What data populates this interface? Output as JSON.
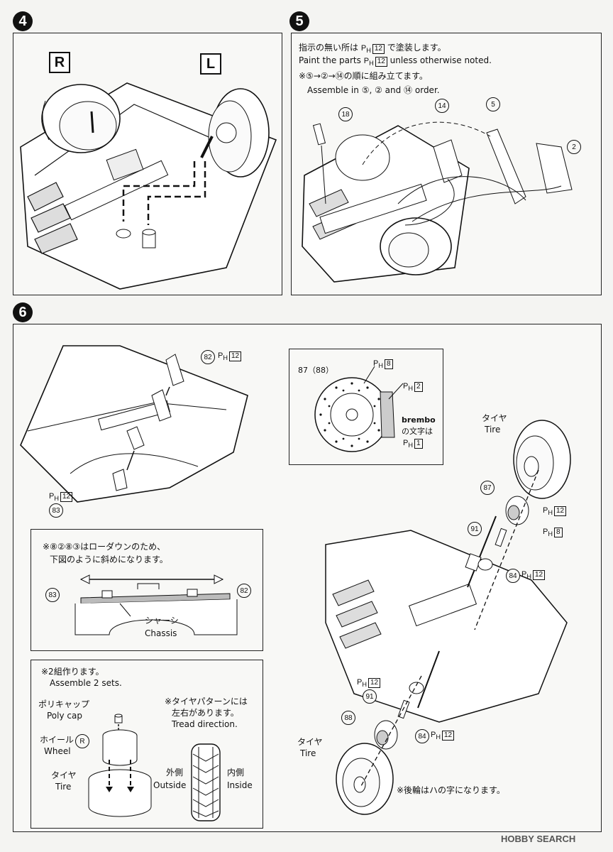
{
  "step4": {
    "number": "4",
    "label_r": "R",
    "label_l": "L"
  },
  "step5": {
    "number": "5",
    "line1_jp": "指示の無い所は",
    "line1_jp_tail": "で塗装します。",
    "line2_en": "Paint the parts",
    "line2_en_tail": "unless otherwise noted.",
    "paint_code": "12",
    "order_jp": "※⑤→②→⑭の順に組み立てます。",
    "order_en_pre": "Assemble in",
    "order_en_and": "and",
    "order_en_post": "order.",
    "parts": [
      "18",
      "14",
      "5",
      "2"
    ]
  },
  "step6": {
    "number": "6",
    "part82": "82",
    "part83": "83",
    "ph12": "12",
    "brembo": {
      "label_87_88": "87（88）",
      "ph8": "8",
      "ph2": "2",
      "brembo_word": "brembo",
      "brembo_jp": "の文字は",
      "ph1": "1"
    },
    "lowdown": {
      "note_jp1": "※",
      "note_jp2": "はローダウンのため、",
      "note_jp3": "下図のように斜めになります。",
      "chassis_jp": "シャーシ",
      "chassis_en": "Chassis"
    },
    "assemble": {
      "note_jp": "※2組作ります。",
      "note_en": "Assemble 2 sets.",
      "polycap_jp": "ポリキャップ",
      "polycap_en": "Poly cap",
      "wheel_jp": "ホイール",
      "wheel_en": "Wheel",
      "wheel_mark": "R",
      "tire_jp": "タイヤ",
      "tire_en": "Tire",
      "tread_jp1": "※タイヤパターンには",
      "tread_jp2": "左右があります。",
      "tread_en": "Tread direction.",
      "outside_jp": "外側",
      "outside_en": "Outside",
      "inside_jp": "内側",
      "inside_en": "Inside"
    },
    "right": {
      "tire_jp": "タイヤ",
      "tire_en": "Tire",
      "p87": "87",
      "p91": "91",
      "p84": "84",
      "p88": "88",
      "ph12": "12",
      "ph8": "8",
      "rear_note": "※後輪はハの字になります。"
    }
  },
  "watermark": "HOBBY SEARCH"
}
